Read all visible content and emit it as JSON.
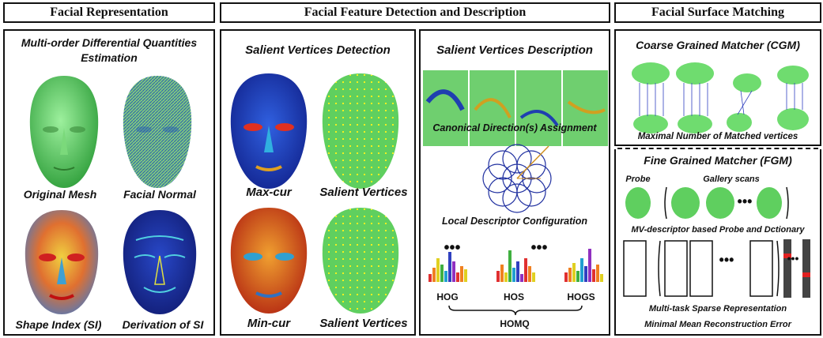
{
  "headers": {
    "representation": "Facial Representation",
    "detection": "Facial Feature Detection and Description",
    "matching": "Facial Surface Matching"
  },
  "representation": {
    "title": "Multi-order Differential Quantities Estimation",
    "faces": [
      "Original Mesh",
      "Facial Normal",
      "Shape Index (SI)",
      "Derivation of SI"
    ]
  },
  "detection": {
    "title": "Salient Vertices Detection",
    "faces": [
      "Max-cur",
      "Salient Vertices",
      "Min-cur",
      "Salient Vertices"
    ]
  },
  "description": {
    "title": "Salient Vertices Description",
    "canonical": "Canonical Direction(s) Assignment",
    "local": "Local Descriptor Configuration",
    "histograms": [
      "HOG",
      "HOS",
      "HOGS"
    ],
    "combined": "HOMQ",
    "dots": "•••"
  },
  "cgm": {
    "title": "Coarse Grained Matcher (CGM)",
    "caption": "Maximal Number of Matched vertices"
  },
  "fgm": {
    "title": "Fine Grained Matcher (FGM)",
    "probe": "Probe",
    "gallery": "Gallery scans",
    "descriptor": "MV-descriptor  based Probe and Dctionary",
    "sparse": "Multi-task Sparse Representation",
    "error": "Minimal Mean Reconstruction Error",
    "dots": "•••"
  },
  "colors": {
    "green": "#5fcf5f",
    "blue": "#1f3fb0",
    "red": "#d83020"
  }
}
